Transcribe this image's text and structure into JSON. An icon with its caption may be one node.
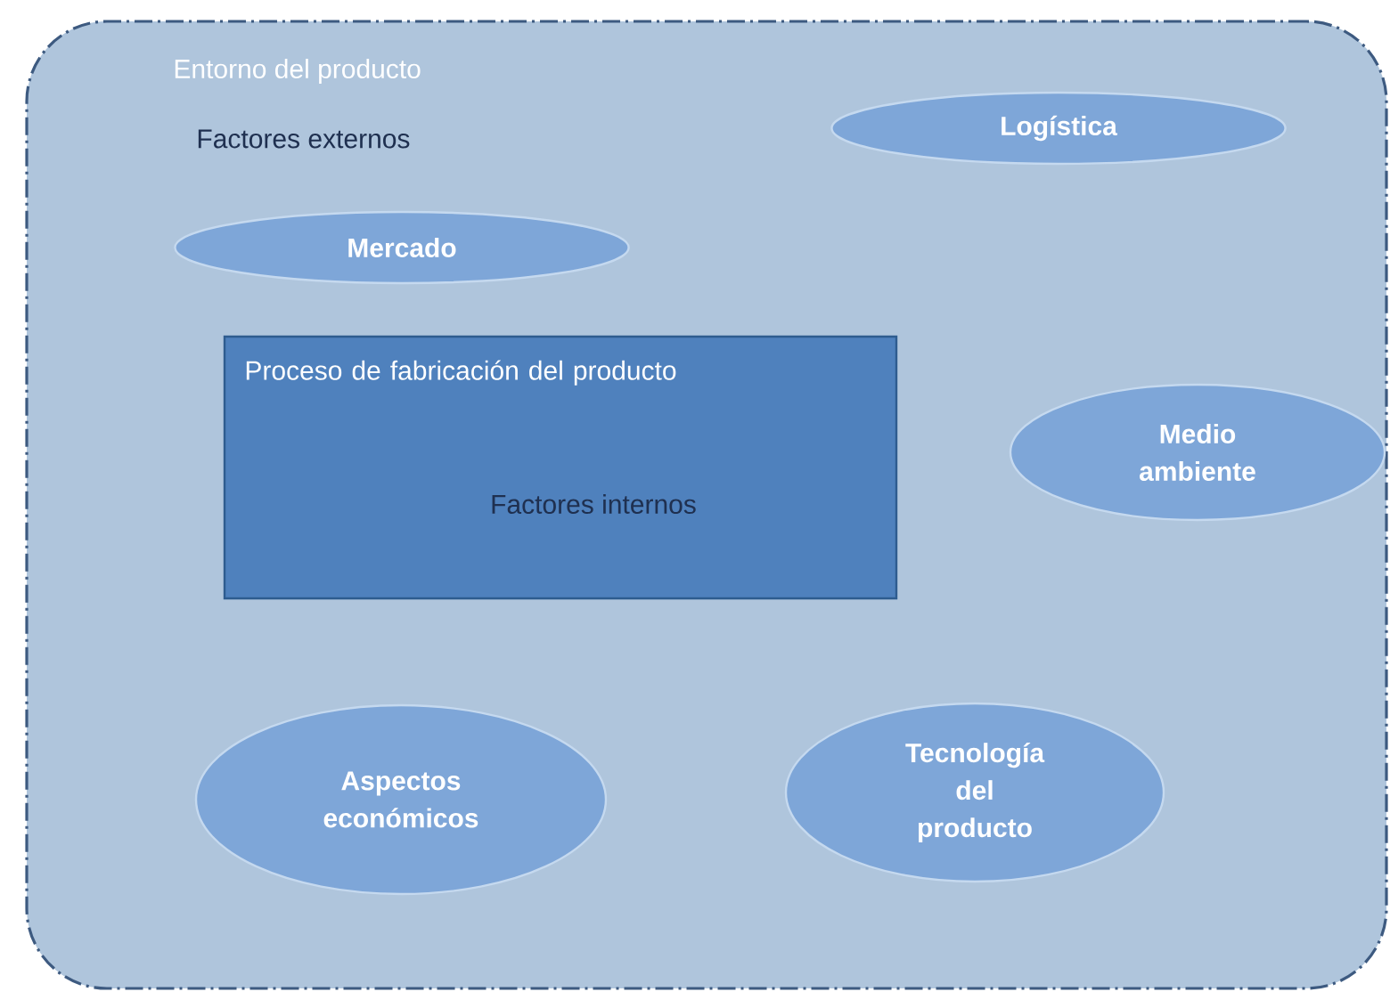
{
  "diagram": {
    "nodes": [
      {
        "text": [
          "Entorno del producto",
          "Factores externos"
        ]
      },
      {
        "text": [
          "Logística"
        ],
        "in": 0
      },
      {
        "text": [
          "Mercado"
        ],
        "in": 0
      },
      {
        "text": [
          "Proceso de fabricación del producto",
          "Factores internos"
        ],
        "in": 0
      },
      {
        "text": [
          "Medio ambiente"
        ],
        "in": 0
      },
      {
        "text": [
          "Aspectos económicos"
        ],
        "in": 0
      },
      {
        "text": [
          "Tecnología del producto"
        ],
        "in": 0
      }
    ]
  }
}
